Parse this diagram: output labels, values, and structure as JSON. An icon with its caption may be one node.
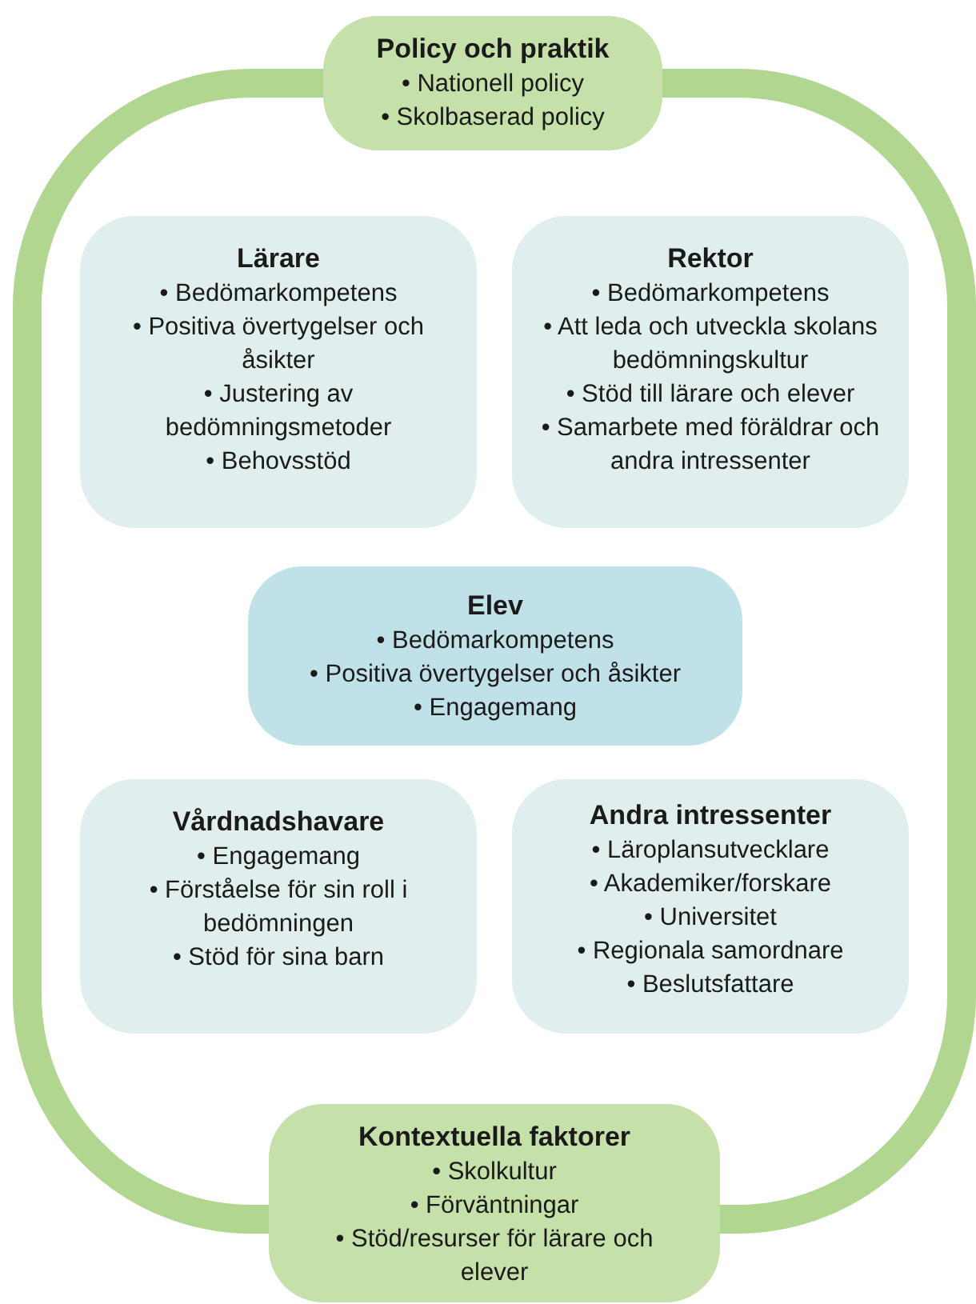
{
  "diagram": {
    "nodes": [
      {
        "text": [
          "Policy och praktik",
          "• Nationell policy",
          "• Skolbaserad policy"
        ]
      },
      {
        "text": [
          "Lärare",
          "• Bedömarkompetens",
          "• Positiva övertygelser och åsikter",
          "• Justering av bedömningsmetoder",
          "• Behovsstöd"
        ]
      },
      {
        "text": [
          "Rektor",
          "• Bedömarkompetens",
          "• Att leda och utveckla skolans bedömningskultur",
          "• Stöd till lärare och elever",
          "• Samarbete med föräldrar och andra intressenter"
        ]
      },
      {
        "text": [
          "Elev",
          "• Bedömarkompetens",
          "• Positiva övertygelser och åsikter",
          "• Engagemang"
        ]
      },
      {
        "text": [
          "Vårdnadshavare",
          "• Engagemang",
          "• Förståelse för sin roll i bedömningen",
          "• Stöd för sina barn"
        ]
      },
      {
        "text": [
          "Andra intressenter",
          "• Läroplansutvecklare",
          "• Akademiker/forskare",
          "• Universitet",
          "• Regionala samordnare",
          "• Beslutsfattare"
        ]
      },
      {
        "text": [
          "Kontextuella faktorer",
          "• Skolkultur",
          "• Förväntningar",
          "• Stöd/resurser för lärare och elever"
        ]
      }
    ],
    "edges": [
      {
        "from": 0,
        "to": 6,
        "arrow": "none"
      },
      {
        "from": 0,
        "to": 6,
        "arrow": "none"
      }
    ]
  }
}
